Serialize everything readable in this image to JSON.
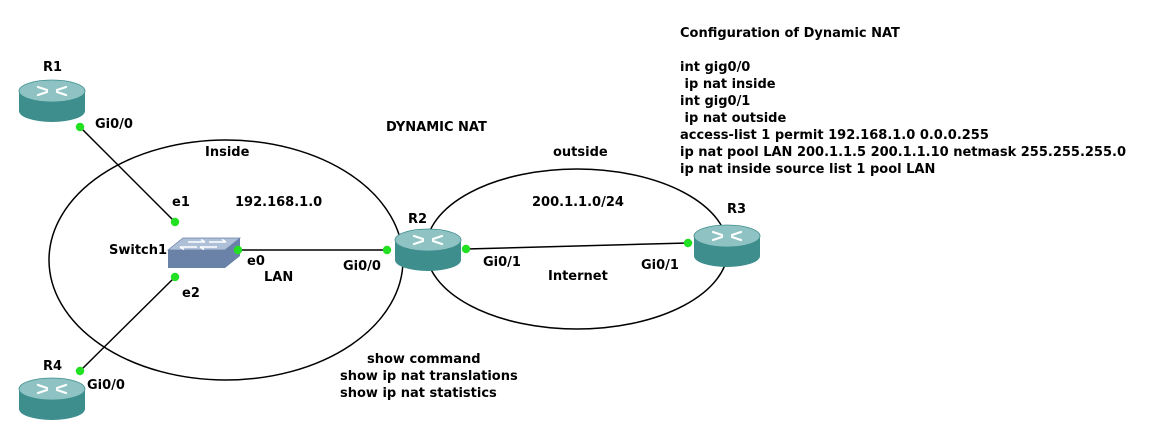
{
  "colors": {
    "router_body": "#3e8e8e",
    "router_top": "#8fc3c3",
    "switch_body": "#6a82a8",
    "switch_top": "#aebfd8",
    "link": "#000000",
    "port_dot": "#22e022"
  },
  "title": "DYNAMIC NAT",
  "zones": {
    "inside_label": "Inside",
    "inside_network": "192.168.1.0",
    "lan_label": "LAN",
    "outside_label": "outside",
    "outside_network": "200.1.1.0/24",
    "internet_label": "Internet"
  },
  "devices": {
    "r1": "R1",
    "r2": "R2",
    "r3": "R3",
    "r4": "R4",
    "switch1": "Switch1"
  },
  "ports": {
    "r1_gi00": "Gi0/0",
    "r4_gi00": "Gi0/0",
    "sw_e0": "e0",
    "sw_e1": "e1",
    "sw_e2": "e2",
    "r2_gi00": "Gi0/0",
    "r2_gi01": "Gi0/1",
    "r3_gi01": "Gi0/1"
  },
  "show_commands": {
    "heading": "show command",
    "lines": [
      "show ip nat translations",
      "show ip nat statistics"
    ]
  },
  "config": {
    "title": "Configuration of Dynamic NAT",
    "lines": [
      "int gig0/0",
      " ip nat inside",
      "int gig0/1",
      " ip nat outside",
      "access-list 1 permit 192.168.1.0 0.0.0.255",
      "ip nat pool LAN 200.1.1.5 200.1.1.10 netmask 255.255.255.0",
      "ip nat inside source list 1 pool LAN"
    ]
  }
}
